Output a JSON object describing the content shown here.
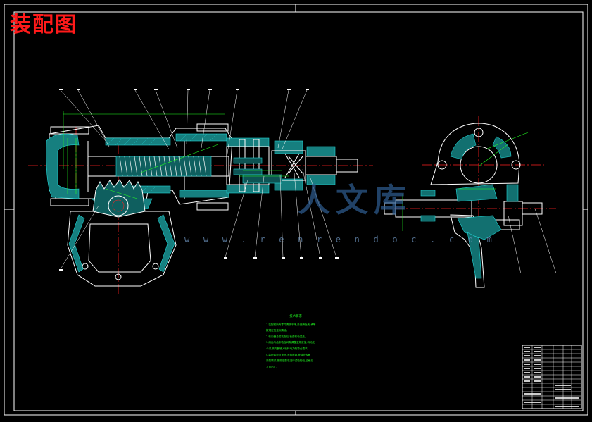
{
  "drawing": {
    "title": "装配图",
    "watermark_url": "w w w . r e n r e n d o c . c o m",
    "watermark_cn": "人文库",
    "colors": {
      "background": "#000000",
      "outline": "#ffffff",
      "title": "#ff1a1a",
      "centerline": "#ff2020",
      "hatch": "#22d3d3",
      "dimension": "#22ff22",
      "watermark": "#2f5f93"
    }
  },
  "technical_notes": {
    "heading": "技术要求",
    "lines": [
      "1.装配前所有零件清洗干净,涂润滑脂,轴承等",
      "按规定加注润滑油。",
      "2.转向器总成装配后,检查转动灵活。",
      "3.扇齿与齿条啮合间隙调整至规定值,转动无",
      "卡滞,转向器输入轴转动力矩符合要求。",
      "4.装配后密封良好,不得渗漏,壳体外表面",
      "涂防锈漆,按规定要求进行试验检验,合格后",
      "方可出厂。"
    ]
  }
}
